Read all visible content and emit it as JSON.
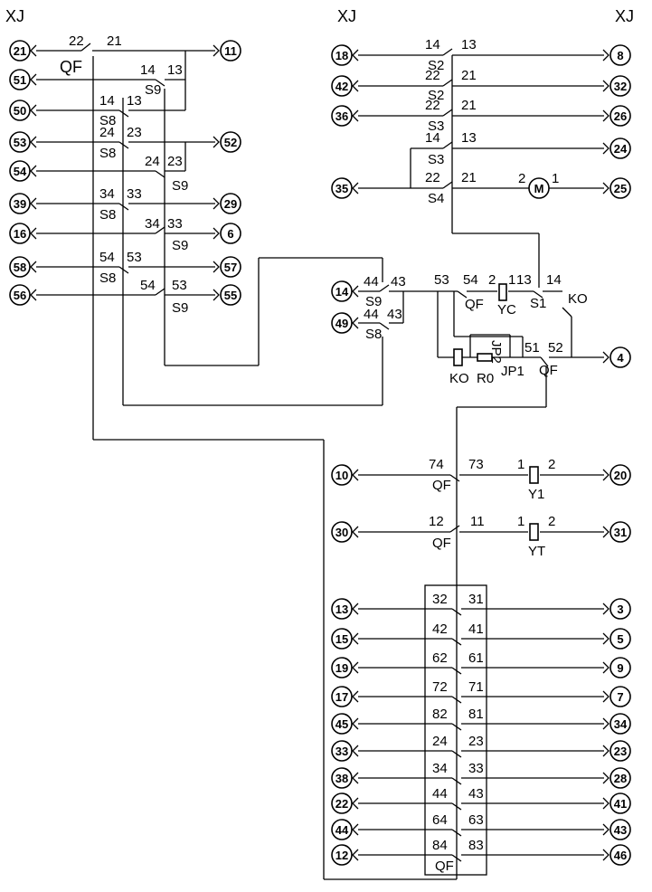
{
  "header": {
    "left_title": "XJ",
    "right_title": "XJ"
  },
  "terminals": {
    "t21": "21",
    "t11": "11",
    "t51": "51",
    "t50": "50",
    "t53": "53",
    "t52": "52",
    "t54": "54",
    "t39": "39",
    "t29": "29",
    "t16": "16",
    "t6": "6",
    "t58": "58",
    "t57": "57",
    "t56": "56",
    "t55": "55",
    "t18": "18",
    "t8": "8",
    "t42": "42",
    "t32": "32",
    "t36": "36",
    "t26": "26",
    "t24": "24",
    "t35": "35",
    "t25": "25",
    "t14": "14",
    "t49": "49",
    "t4": "4",
    "t10": "10",
    "t20": "20",
    "t30": "30",
    "t31": "31",
    "t13": "13",
    "t3": "3",
    "t15": "15",
    "t5": "5",
    "t19": "19",
    "t9": "9",
    "t17": "17",
    "t7": "7",
    "t45": "45",
    "t34": "34",
    "t33": "33",
    "t23": "23",
    "t38": "38",
    "t28": "28",
    "t22": "22",
    "t41": "41",
    "t44": "44",
    "t43": "43",
    "t12": "12",
    "t46": "46"
  },
  "left_contacts": [
    {
      "a": "22",
      "b": "21",
      "dev": "QF"
    },
    {
      "a": "14",
      "b": "13",
      "dev": "S9"
    },
    {
      "a": "14",
      "b": "13",
      "dev": "S8"
    },
    {
      "a": "24",
      "b": "23",
      "dev": "S8"
    },
    {
      "a": "24",
      "b": "23",
      "dev": "S9"
    },
    {
      "a": "34",
      "b": "33",
      "dev": "S8"
    },
    {
      "a": "34",
      "b": "33",
      "dev": "S9"
    },
    {
      "a": "54",
      "b": "53",
      "dev": "S8"
    },
    {
      "a": "54",
      "b": "53",
      "dev": "S9"
    }
  ],
  "right_contacts": [
    {
      "a": "14",
      "b": "13",
      "dev": "S2"
    },
    {
      "a": "22",
      "b": "21",
      "dev": "S2"
    },
    {
      "a": "22",
      "b": "21",
      "dev": "S3"
    },
    {
      "a": "14",
      "b": "13",
      "dev": "S3"
    },
    {
      "a": "22",
      "b": "21",
      "dev": "S4"
    }
  ],
  "motor": {
    "symbol": "M",
    "pin_a": "2",
    "pin_b": "1"
  },
  "mid": {
    "s9_a": "44",
    "s9_b": "43",
    "s9_dev": "S9",
    "s8_a": "44",
    "s8_b": "43",
    "s8_dev": "S8",
    "qf_a": "53",
    "qf_b": "54",
    "qf_dev": "QF",
    "yc_a": "2",
    "yc_b": "1",
    "yc_dev": "YC",
    "s1_a": "13",
    "s1_b": "14",
    "s1_dev": "S1",
    "ko_top": "KO",
    "ko_bottom": "KO",
    "r0": "R0",
    "jp2": "JP2",
    "jp1": "JP1",
    "qf2_a": "51",
    "qf2_b": "52",
    "qf2_dev": "QF"
  },
  "coils": [
    {
      "contact_a": "74",
      "contact_b": "73",
      "contact_dev": "QF",
      "pin_a": "1",
      "pin_b": "2",
      "name": "Y1"
    },
    {
      "contact_a": "12",
      "contact_b": "11",
      "contact_dev": "QF",
      "pin_a": "1",
      "pin_b": "2",
      "name": "YT"
    }
  ],
  "box_contacts": [
    {
      "a": "32",
      "b": "31"
    },
    {
      "a": "42",
      "b": "41"
    },
    {
      "a": "62",
      "b": "61"
    },
    {
      "a": "72",
      "b": "71"
    },
    {
      "a": "82",
      "b": "81"
    },
    {
      "a": "24",
      "b": "23"
    },
    {
      "a": "34",
      "b": "33"
    },
    {
      "a": "44",
      "b": "43"
    },
    {
      "a": "64",
      "b": "63"
    },
    {
      "a": "84",
      "b": "83"
    }
  ],
  "box_device": "QF"
}
